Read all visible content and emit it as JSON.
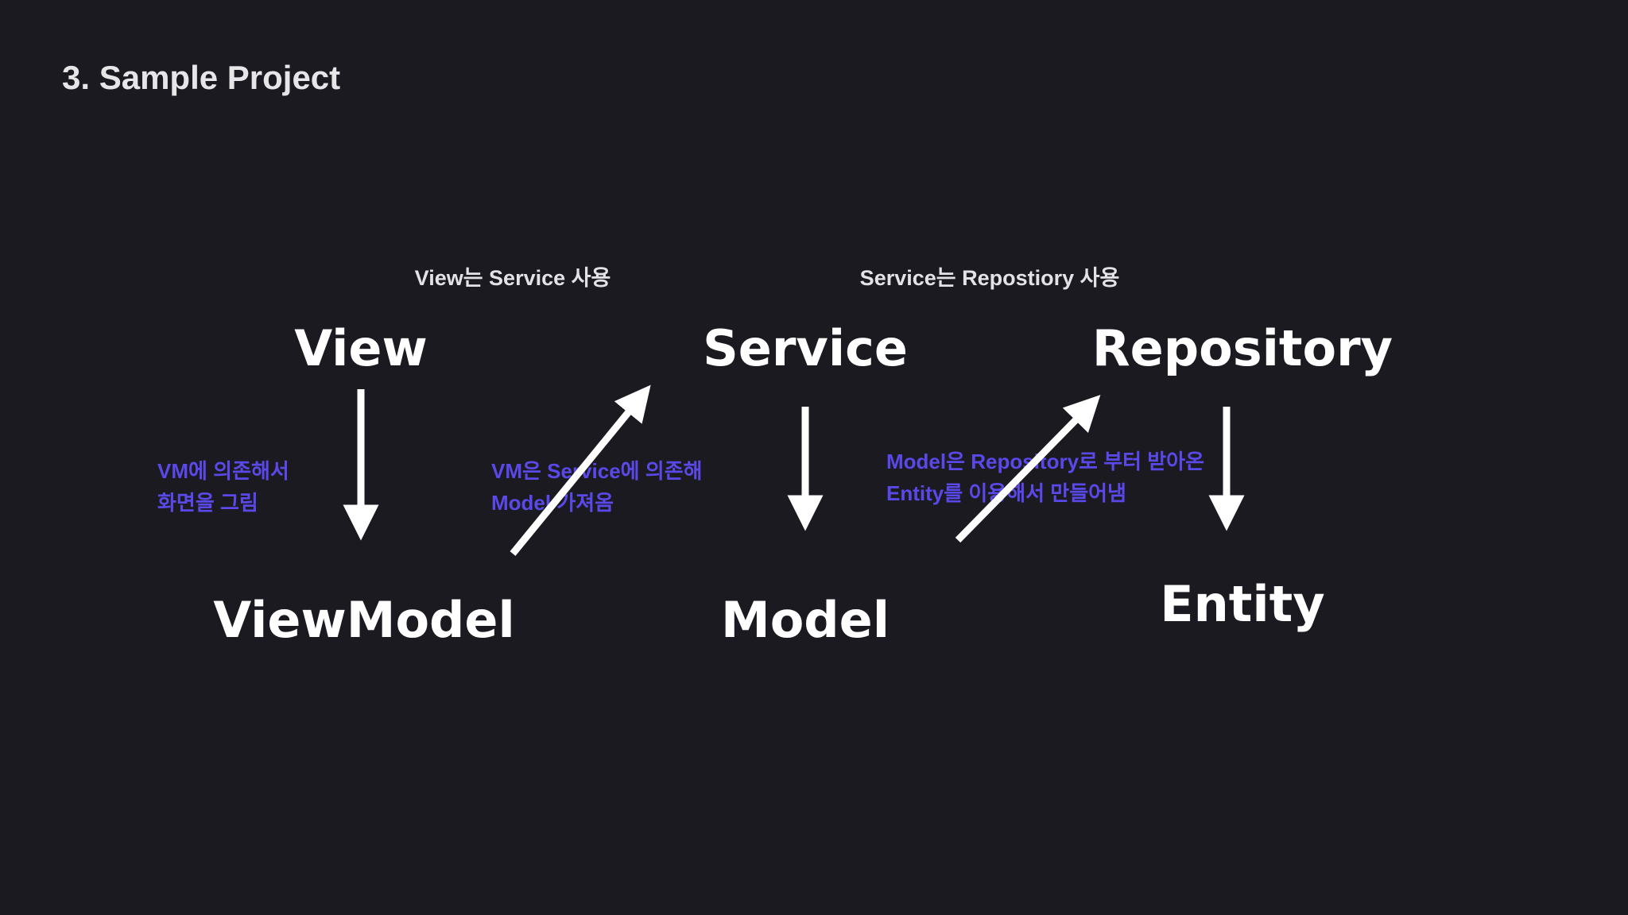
{
  "slide": {
    "title": "3. Sample Project"
  },
  "captions": {
    "view_service": "View는 Service 사용",
    "service_repository": "Service는 Repostiory 사용"
  },
  "nodes": {
    "view": "View",
    "viewmodel": "ViewModel",
    "service": "Service",
    "model": "Model",
    "repository": "Repository",
    "entity": "Entity"
  },
  "notes": {
    "view_vm": [
      "VM에 의존해서",
      "화면을 그림"
    ],
    "vm_service": [
      "VM은 Service에 의존해",
      "Model 가져옴"
    ],
    "model_repository": [
      "Model은 Repository로 부터 받아온",
      "Entity를 이용해서 만들어냄"
    ]
  },
  "colors": {
    "background": "#1b1a20",
    "node_text": "#ffffff",
    "note_text": "#5a49e8",
    "arrow": "#ffffff"
  }
}
